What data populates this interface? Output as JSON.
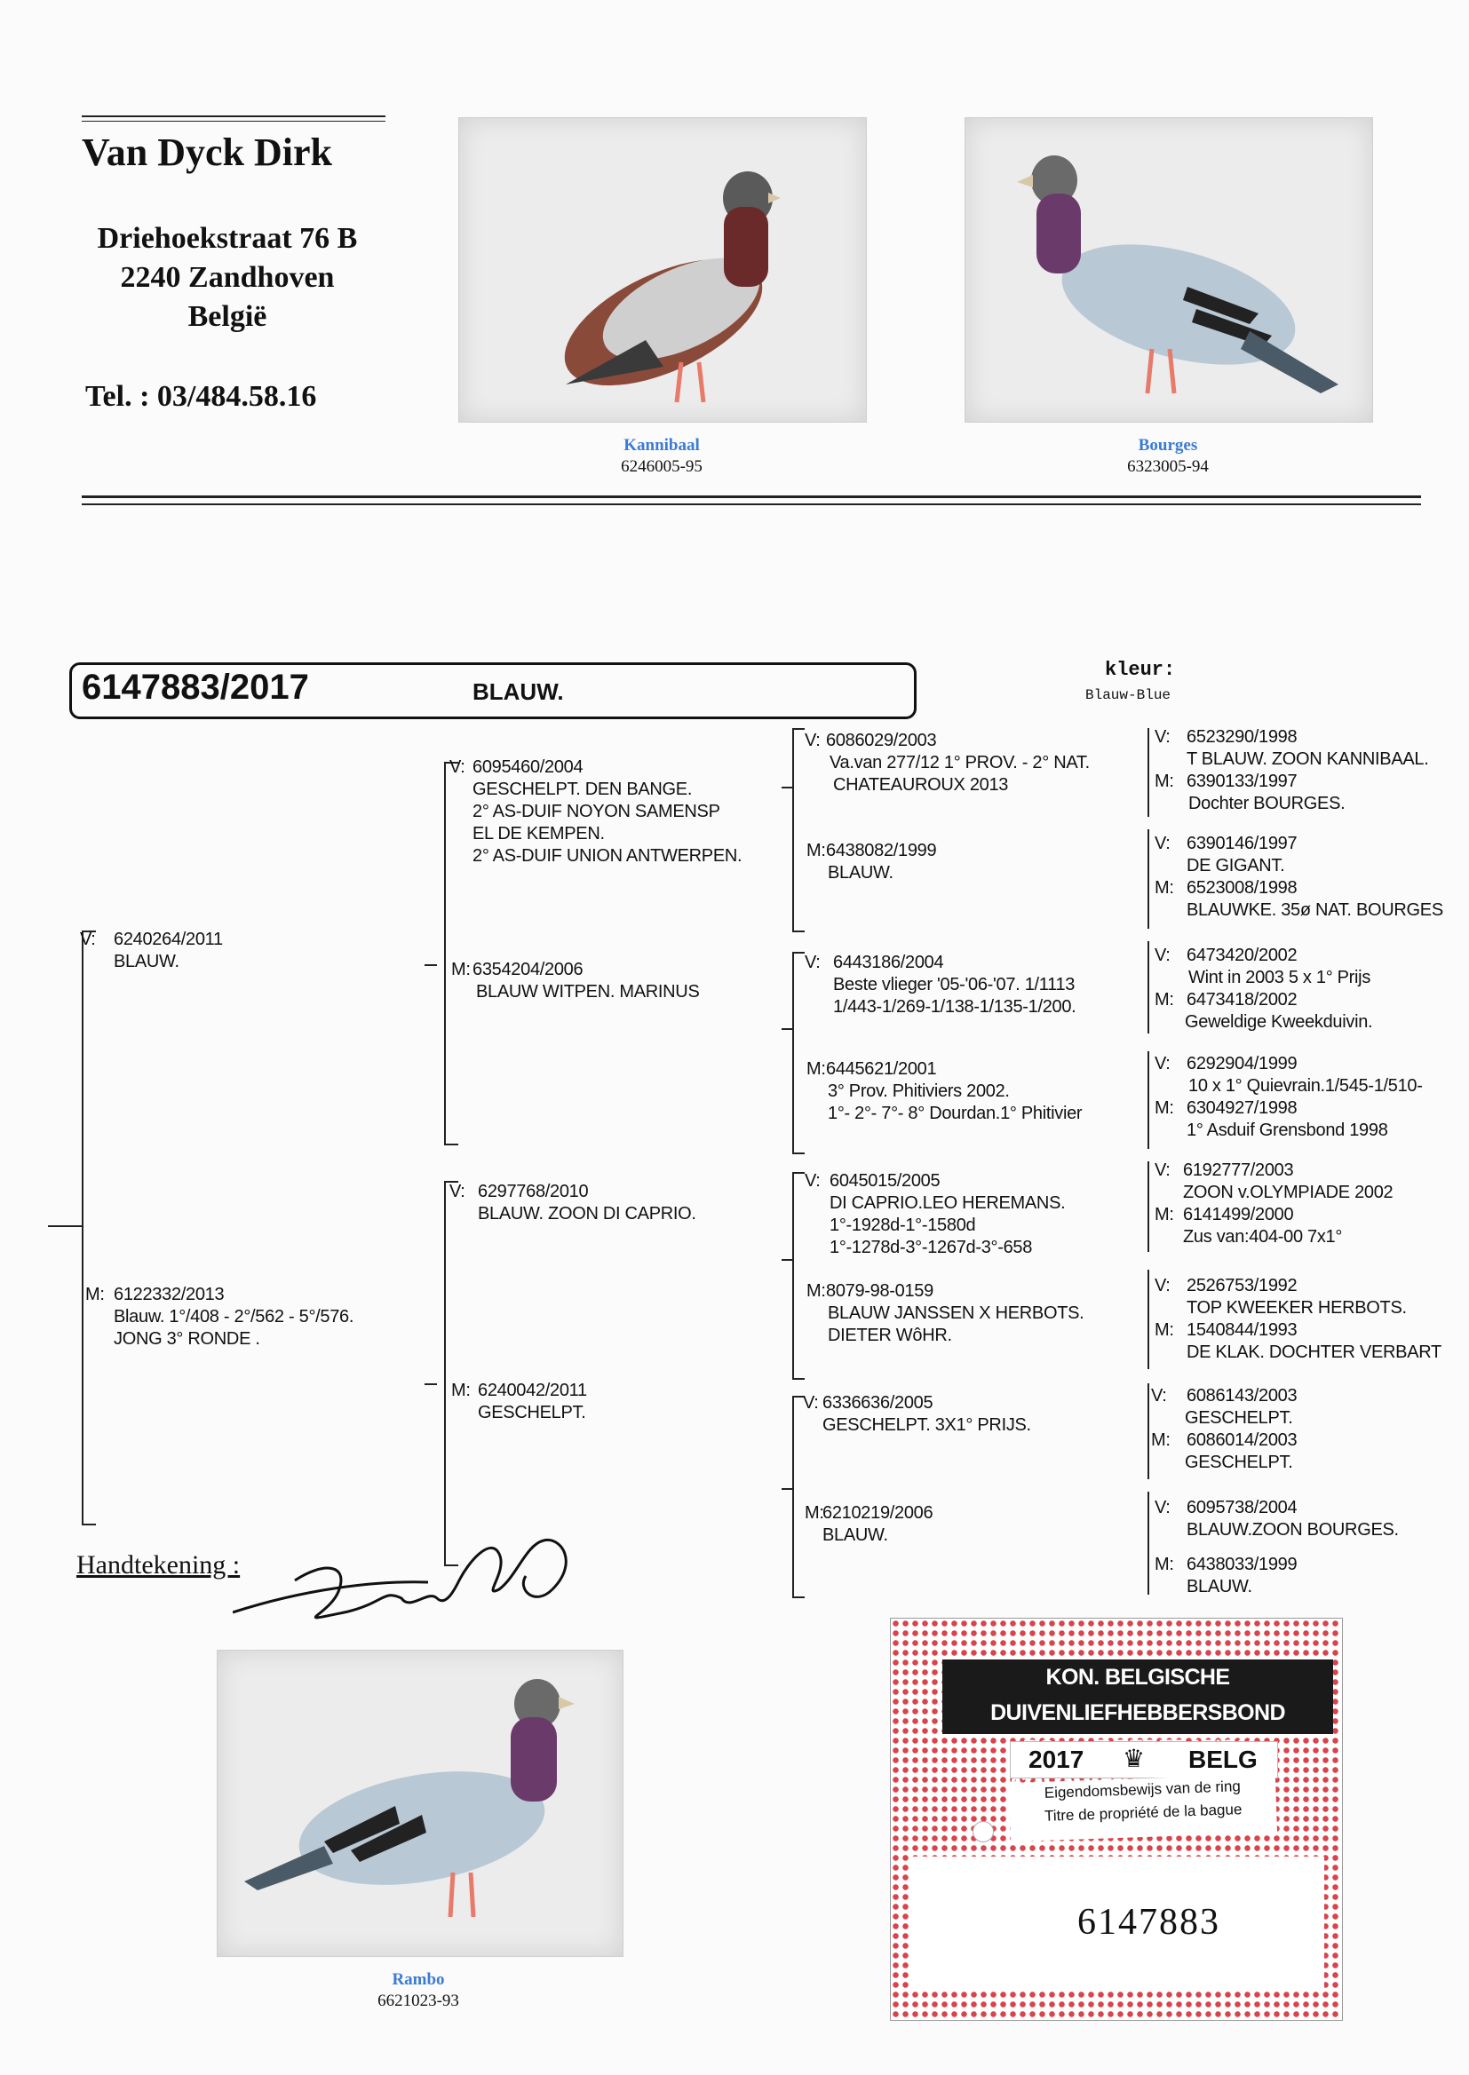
{
  "header": {
    "name": "Van Dyck Dirk",
    "street": "Driehoekstraat 76 B",
    "city": "2240 Zandhoven",
    "country": "België",
    "phone": "Tel. : 03/484.58.16"
  },
  "photos": {
    "kannibaal": {
      "name": "Kannibaal",
      "ring": "6246005-95"
    },
    "bourges": {
      "name": "Bourges",
      "ring": "6323005-94"
    },
    "rambo": {
      "name": "Rambo",
      "ring": "6621023-93"
    }
  },
  "subject": {
    "ring": "6147883/2017",
    "color_short": "BLAUW.",
    "color_label": "kleur:",
    "color_value": "Blauw-Blue"
  },
  "pedigree": {
    "g1": {
      "sire": {
        "prefix": "V:",
        "lines": [
          "6240264/2011",
          "BLAUW."
        ]
      },
      "dam": {
        "prefix": "M:",
        "lines": [
          "6122332/2013",
          "Blauw. 1°/408 - 2°/562 - 5°/576.",
          "JONG 3° RONDE ."
        ]
      }
    },
    "g2": [
      {
        "prefix": "V:",
        "lines": [
          "6095460/2004",
          "GESCHELPT. DEN BANGE.",
          "2° AS-DUIF NOYON SAMENSP",
          "EL DE KEMPEN.",
          "2° AS-DUIF UNION ANTWERPEN."
        ]
      },
      {
        "prefix": "M:",
        "lines": [
          "6354204/2006",
          "BLAUW WITPEN. MARINUS"
        ]
      },
      {
        "prefix": "V:",
        "lines": [
          "6297768/2010",
          "BLAUW. ZOON DI CAPRIO."
        ]
      },
      {
        "prefix": "M:",
        "lines": [
          "6240042/2011",
          "GESCHELPT."
        ]
      }
    ],
    "g3": [
      {
        "prefix": "V:",
        "lines": [
          "6086029/2003",
          "Va.van 277/12 1° PROV. - 2° NAT.",
          "CHATEAUROUX 2013"
        ]
      },
      {
        "prefix": "M:",
        "lines": [
          "6438082/1999",
          "BLAUW."
        ]
      },
      {
        "prefix": "V:",
        "lines": [
          "6443186/2004",
          "Beste vlieger '05-'06-'07. 1/1113",
          "1/443-1/269-1/138-1/135-1/200."
        ]
      },
      {
        "prefix": "M:",
        "lines": [
          "6445621/2001",
          "3° Prov. Phitiviers 2002.",
          "1°- 2°- 7°- 8° Dourdan.1° Phitivier"
        ]
      },
      {
        "prefix": "V:",
        "lines": [
          "6045015/2005",
          "DI CAPRIO.LEO HEREMANS.",
          "1°-1928d-1°-1580d",
          "1°-1278d-3°-1267d-3°-658"
        ]
      },
      {
        "prefix": "M:",
        "lines": [
          "8079-98-0159",
          "BLAUW JANSSEN X HERBOTS.",
          "DIETER WôHR."
        ]
      },
      {
        "prefix": "V:",
        "lines": [
          "6336636/2005",
          "GESCHELPT. 3X1° PRIJS."
        ]
      },
      {
        "prefix": "M:",
        "lines": [
          "6210219/2006",
          "BLAUW."
        ]
      }
    ],
    "g4": [
      {
        "v": [
          "6523290/1998",
          "T BLAUW. ZOON KANNIBAAL."
        ],
        "m": [
          "6390133/1997",
          "Dochter BOURGES."
        ]
      },
      {
        "v": [
          "6390146/1997",
          "DE GIGANT."
        ],
        "m": [
          "6523008/1998",
          "BLAUWKE. 35ø NAT. BOURGES"
        ]
      },
      {
        "v": [
          "6473420/2002",
          "Wint in 2003 5 x 1° Prijs"
        ],
        "m": [
          "6473418/2002",
          "Geweldige Kweekduivin."
        ]
      },
      {
        "v": [
          "6292904/1999",
          "10 x 1° Quievrain.1/545-1/510-"
        ],
        "m": [
          "6304927/1998",
          "1° Asduif Grensbond 1998"
        ]
      },
      {
        "v": [
          "6192777/2003",
          "ZOON v.OLYMPIADE 2002"
        ],
        "m": [
          "6141499/2000",
          "Zus van:404-00 7x1°"
        ]
      },
      {
        "v": [
          "2526753/1992",
          "TOP KWEEKER HERBOTS."
        ],
        "m": [
          "1540844/1993",
          "DE KLAK. DOCHTER VERBART"
        ]
      },
      {
        "v": [
          "6086143/2003",
          "GESCHELPT."
        ],
        "m": [
          "6086014/2003",
          "GESCHELPT."
        ]
      },
      {
        "v": [
          "6095738/2004",
          "BLAUW.ZOON BOURGES."
        ],
        "m": [
          "6438033/1999",
          "BLAUW."
        ]
      }
    ],
    "v_label": "V:",
    "m_label": "M:"
  },
  "signature": {
    "label": "Handtekening :"
  },
  "ring_card": {
    "line1": "KON. BELGISCHE DUIVENLIEFHEBBERSBOND",
    "line2": "ROYALE FÉDÉRATION COLOMBOPHILE BELGE",
    "year": "2017",
    "country": "BELG",
    "title_nl": "Eigendomsbewijs van de ring",
    "title_fr": "Titre de propriété de la bague",
    "number": "6147883"
  },
  "colors": {
    "caption_name": "#3a7bd5",
    "card_red": "#d9434b",
    "card_banner": "#1a1a1a"
  }
}
